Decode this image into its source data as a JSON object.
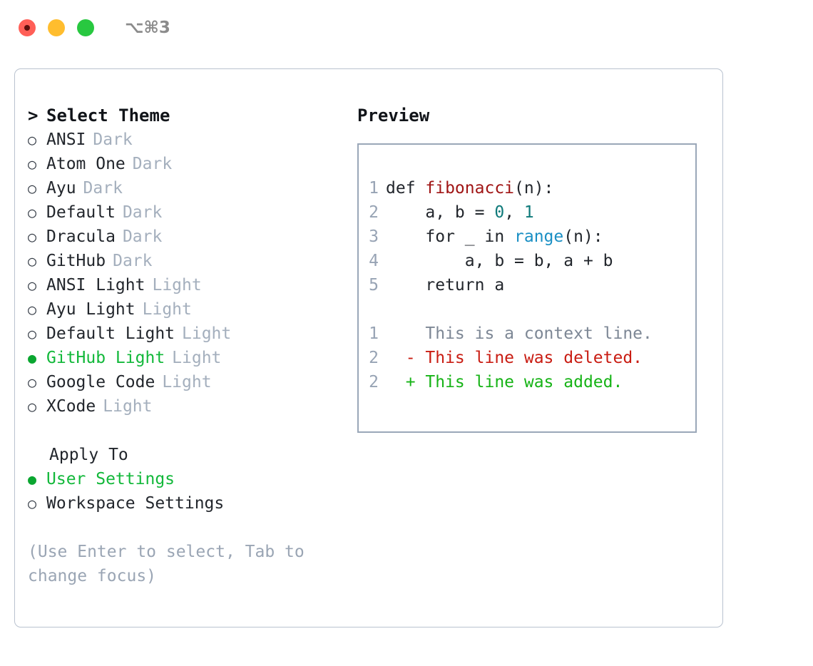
{
  "titlebar": {
    "shortcut": "⌥⌘3",
    "buttons": [
      {
        "name": "close",
        "color": "#ff5f57"
      },
      {
        "name": "minimize",
        "color": "#ffbd2e"
      },
      {
        "name": "maximize",
        "color": "#28c840"
      }
    ]
  },
  "colors": {
    "accent_green": "#12b83a",
    "marker_green": "#0aa630",
    "muted": "#a4afbd",
    "hint": "#9aa5b4",
    "panel_border": "#b9c2cf",
    "preview_border": "#9aa7b8",
    "line_number": "#97a3b4",
    "func_red": "#a01515",
    "number_teal": "#0f7a7a",
    "call_blue": "#1a8fc4",
    "diff_context": "#7d8795",
    "diff_deleted": "#c91c12",
    "diff_added": "#16b316"
  },
  "theme_list": {
    "header": "Select Theme",
    "caret": ">",
    "marker_unselected": "○",
    "marker_selected": "●",
    "items": [
      {
        "label": "ANSI",
        "suffix": "Dark",
        "selected": false
      },
      {
        "label": "Atom One",
        "suffix": "Dark",
        "selected": false
      },
      {
        "label": "Ayu",
        "suffix": "Dark",
        "selected": false
      },
      {
        "label": "Default",
        "suffix": "Dark",
        "selected": false
      },
      {
        "label": "Dracula",
        "suffix": "Dark",
        "selected": false
      },
      {
        "label": "GitHub",
        "suffix": "Dark",
        "selected": false
      },
      {
        "label": "ANSI Light",
        "suffix": "Light",
        "selected": false
      },
      {
        "label": "Ayu Light",
        "suffix": "Light",
        "selected": false
      },
      {
        "label": "Default Light",
        "suffix": "Light",
        "selected": false
      },
      {
        "label": "GitHub Light",
        "suffix": "Light",
        "selected": true
      },
      {
        "label": "Google Code",
        "suffix": "Light",
        "selected": false
      },
      {
        "label": "XCode",
        "suffix": "Light",
        "selected": false
      }
    ]
  },
  "apply_to": {
    "header": "Apply To",
    "items": [
      {
        "label": "User Settings",
        "selected": true
      },
      {
        "label": "Workspace Settings",
        "selected": false
      }
    ]
  },
  "hint": "(Use Enter to select, Tab to change focus)",
  "preview": {
    "title": "Preview",
    "code_lines": [
      {
        "num": "1",
        "tokens": [
          {
            "text": "def ",
            "kind": "plain"
          },
          {
            "text": "fibonacci",
            "kind": "func"
          },
          {
            "text": "(n):",
            "kind": "plain"
          }
        ]
      },
      {
        "num": "2",
        "tokens": [
          {
            "text": "    a, b = ",
            "kind": "plain"
          },
          {
            "text": "0",
            "kind": "num"
          },
          {
            "text": ", ",
            "kind": "plain"
          },
          {
            "text": "1",
            "kind": "num"
          }
        ]
      },
      {
        "num": "3",
        "tokens": [
          {
            "text": "    for _ in ",
            "kind": "plain"
          },
          {
            "text": "range",
            "kind": "call"
          },
          {
            "text": "(n):",
            "kind": "plain"
          }
        ]
      },
      {
        "num": "4",
        "tokens": [
          {
            "text": "        a, b = b, a + b",
            "kind": "plain"
          }
        ]
      },
      {
        "num": "5",
        "tokens": [
          {
            "text": "    return a",
            "kind": "plain"
          }
        ]
      }
    ],
    "diff_lines": [
      {
        "num": "1",
        "sign": " ",
        "text": " This is a context line.",
        "kind": "context"
      },
      {
        "num": "2",
        "sign": "-",
        "text": " This line was deleted.",
        "kind": "deleted"
      },
      {
        "num": "2",
        "sign": "+",
        "text": " This line was added.",
        "kind": "added"
      }
    ]
  }
}
